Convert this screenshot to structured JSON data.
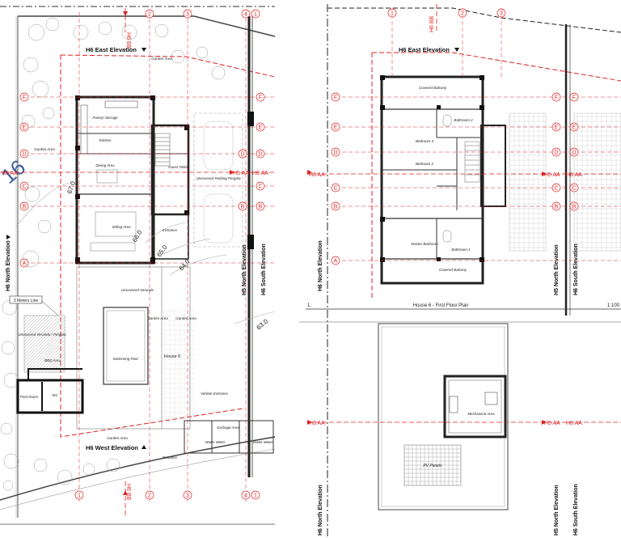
{
  "left_plan": {
    "top_elevation": "H6 East Elevation",
    "bottom_elevation": "H6 West Elevation",
    "left_elevation": "H6 North Elevation",
    "right_elevation_1": "H5 North Elevation",
    "right_elevation_2": "H6 South Elevation",
    "section_marker": "H6 AA",
    "section_marker_b": "H6 BB",
    "section_marker_h5": "H5 AA",
    "rooms": {
      "pantry": "Pantry/ Storage",
      "kitchen": "Kitchen",
      "dining": "Dining Area",
      "guest_toilet": "Guest Toilet",
      "sitting": "Sitting Area",
      "entrance": "Entrance",
      "parking": "Uncovered Parking Pergola",
      "garden_top": "Garden Area",
      "garden_left": "Garden Area",
      "veranda": "Uncovered Veranda",
      "veranda_pergola": "Uncovered Veranda / Pergola",
      "bbq": "BBQ Area",
      "pool": "Swimming Pool",
      "garden_mid1": "Garden Area",
      "garden_mid2": "Garden Area",
      "house_label": "House 6",
      "vehicle_entrance": "Vehicle Entrance",
      "garbage": "Garbage Area",
      "water_meter": "Water Meter",
      "garden_bottom": "Garden Area",
      "entrance_bottom": "Entrance",
      "meters_line": "3 Meters Line",
      "pool_room": "Pool Room",
      "wc": "WC"
    },
    "contours": [
      "67.0",
      "66.0",
      "65.0",
      "64.0",
      "63.0"
    ],
    "site_number": "16"
  },
  "first_floor": {
    "top_elevation": "H6 East Elevation",
    "left_elevation": "H6 North Elevation",
    "right_elevation_1": "H5 North Elevation",
    "right_elevation_2": "H6 South Elevation",
    "section_marker": "H6 AA",
    "section_marker_h5": "H5 AA",
    "rooms": {
      "covered_balcony_top": "Covered Balcony",
      "bathroom2": "Bathroom 2",
      "bedroom3": "Bedroom 3",
      "bedroom2": "Bedroom 2",
      "master": "Master Bedroom",
      "bathroom1": "Bathroom 1",
      "covered_balcony_bottom": "Covered Balcony"
    },
    "title_number": "1.",
    "title": "House 6 - First Floor Plan",
    "scale": "1:100"
  },
  "roof_plan": {
    "left_elevation": "H6 North Elevation",
    "right_elevation_1": "H5 North Elevation",
    "right_elevation_2": "H6 South Elevation",
    "section_marker": "H6 AA",
    "section_marker_h5": "H5 AA",
    "mechanical": "Mechanical Area",
    "pv": "PV Panels"
  },
  "grid_letters": [
    "F",
    "E",
    "D",
    "C",
    "B",
    "A"
  ],
  "grid_numbers": [
    "1",
    "2",
    "3",
    "4"
  ]
}
